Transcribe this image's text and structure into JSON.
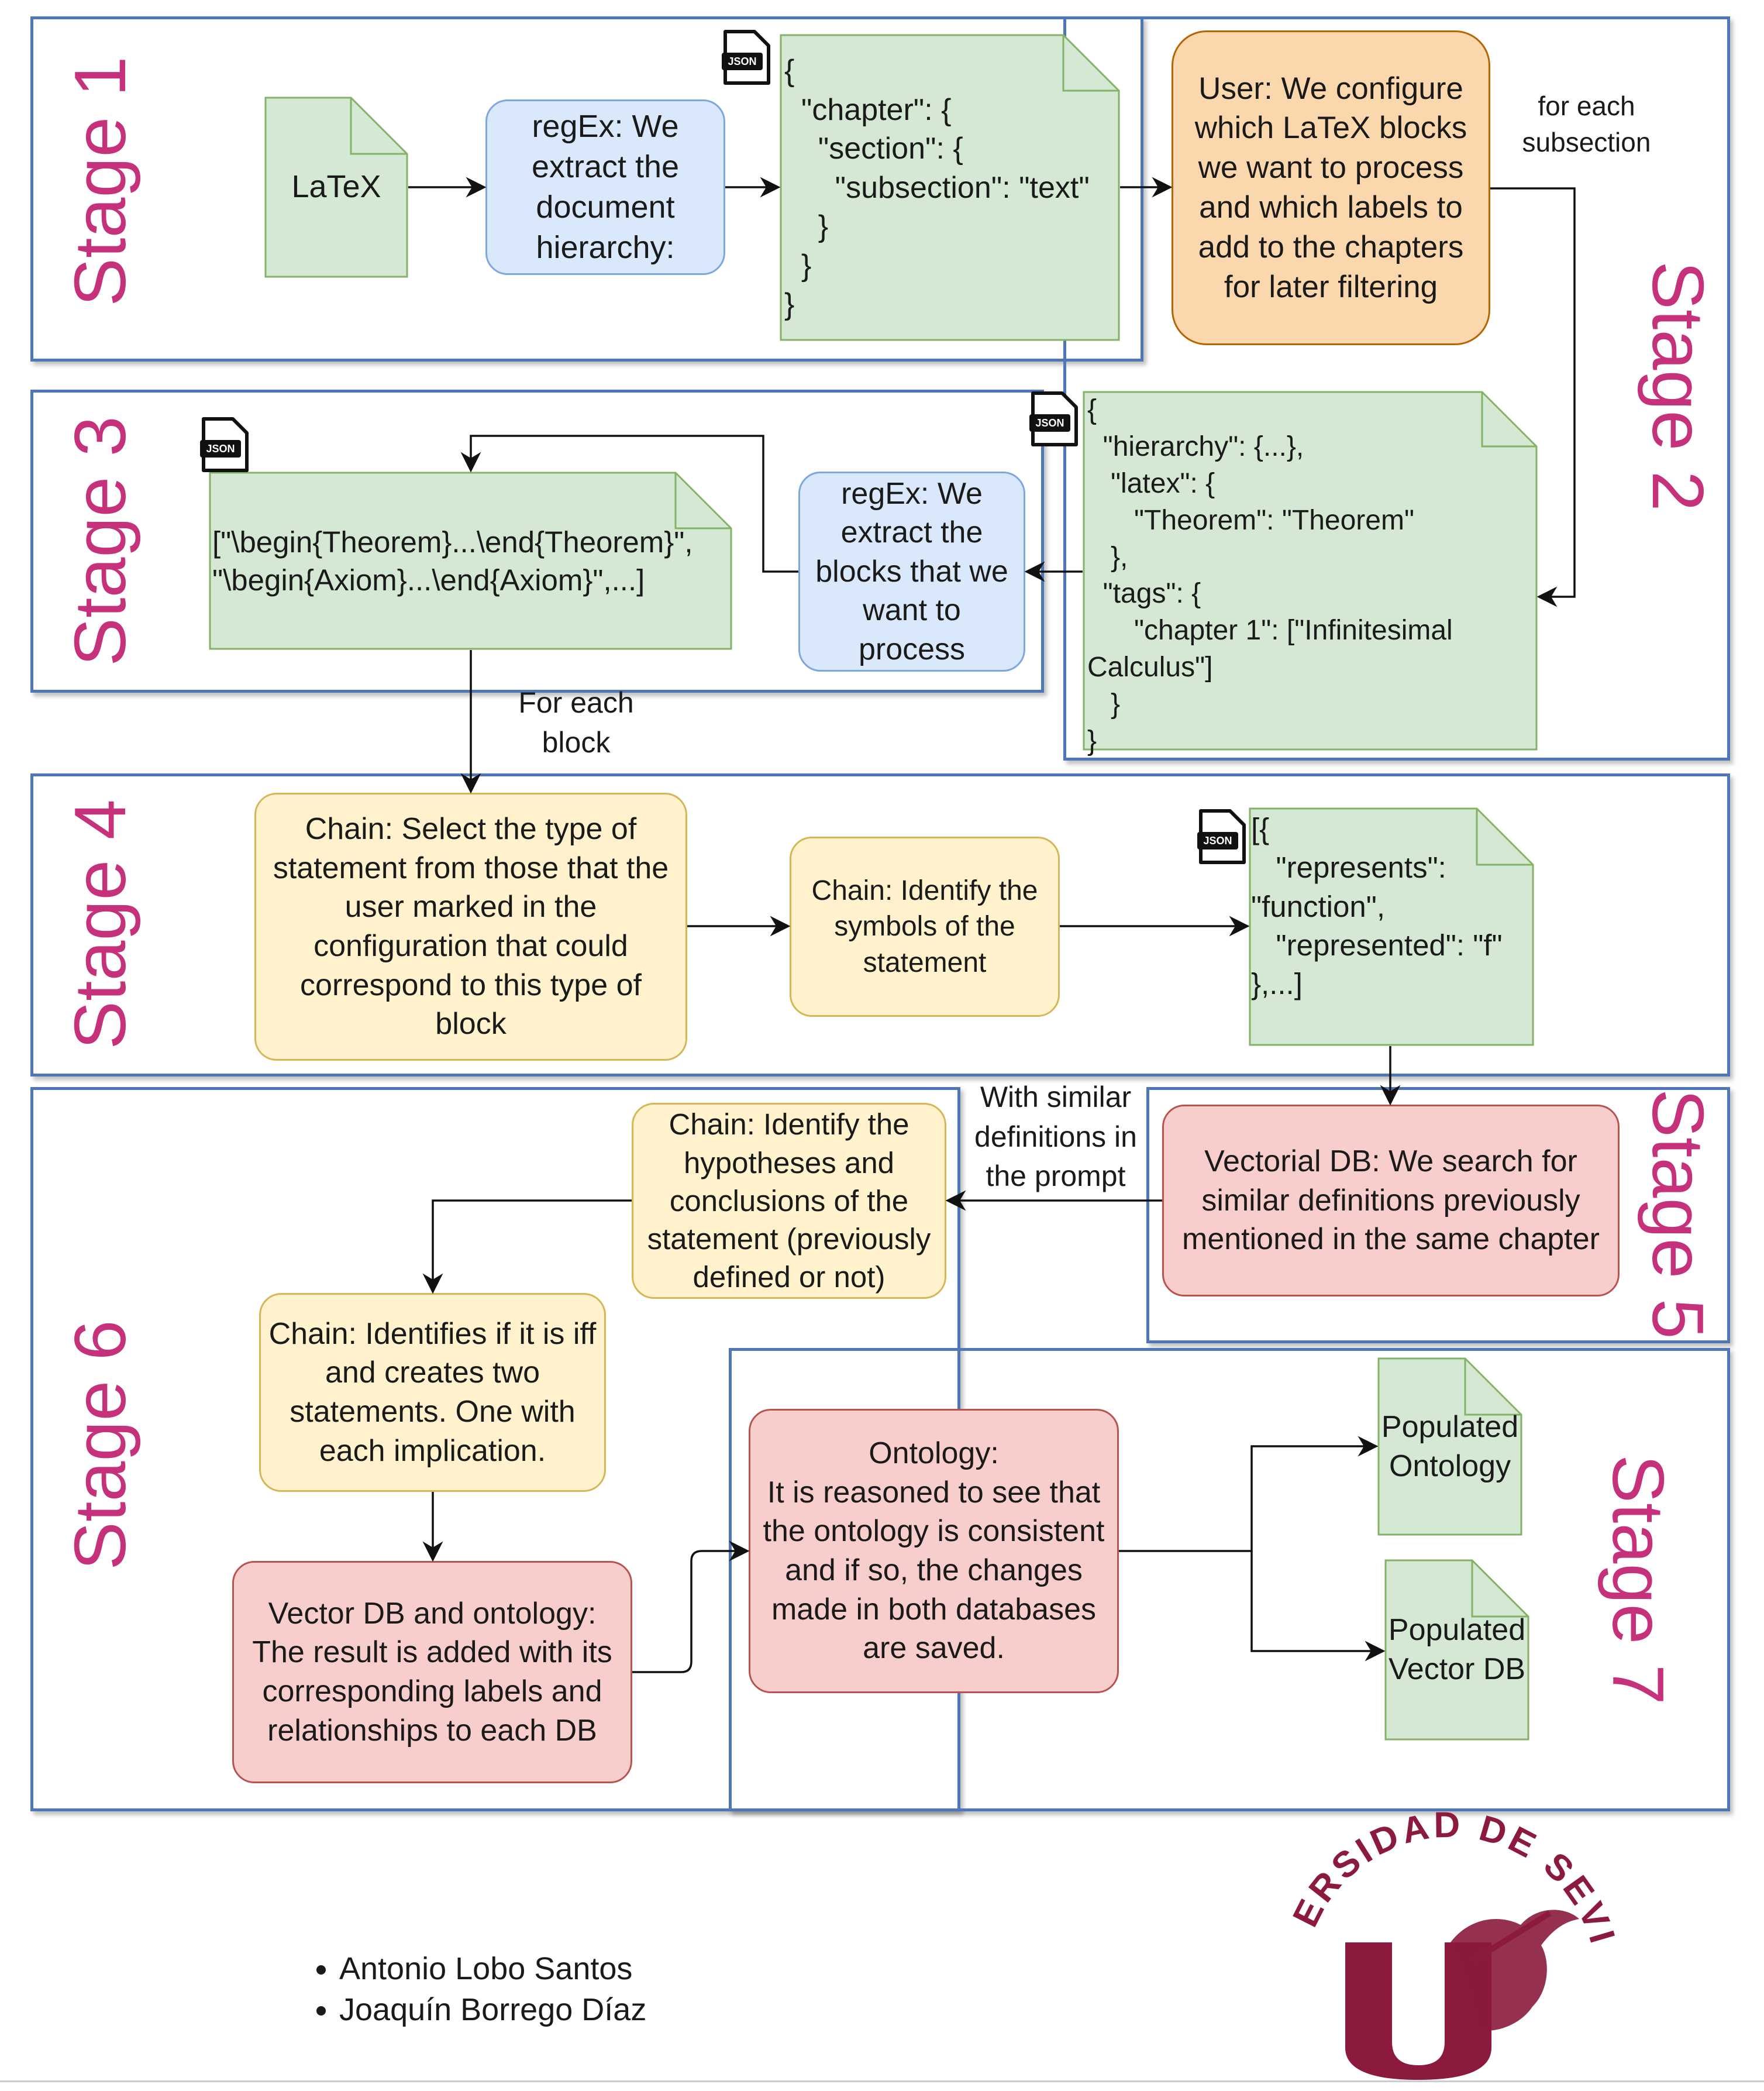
{
  "stages": {
    "s1": "Stage 1",
    "s2": "Stage 2",
    "s3": "Stage 3",
    "s4": "Stage 4",
    "s5": "Stage 5",
    "s6": "Stage 6",
    "s7": "Stage 7"
  },
  "nodes": {
    "latex_doc": "LaTeX",
    "regex_hierarchy": "regEx: We extract the document hierarchy:",
    "json_hierarchy": "{\n  \"chapter\": {\n    \"section\": {\n      \"subsection\": \"text\"\n    }\n  }\n}",
    "user_config": "User: We configure which LaTeX blocks we want to process and which labels to add to the chapters for later filtering",
    "json_config": "{\n  \"hierarchy\": {...},\n   \"latex\": {\n      \"Theorem\": \"Theorem\"\n   },\n  \"tags\": {\n      \"chapter 1\": [\"Infinitesimal\nCalculus\"]\n   }\n}",
    "regex_blocks": "regEx: We extract the blocks that we want to process",
    "json_blocks": "[\"\\begin{Theorem}...\\end{Theorem}\",\n\"\\begin{Axiom}...\\end{Axiom}\",...]",
    "chain_select_type": "Chain: Select the type of statement from those that the user marked in the configuration that could correspond to this type of block",
    "chain_symbols": "Chain: Identify the symbols of the statement",
    "json_symbols": "[{\n   \"represents\":\n\"function\",\n   \"represented\": \"f\"\n},...]",
    "vectorial_db": "Vectorial DB: We search for similar definitions previously mentioned in the same chapter",
    "chain_hypotheses": "Chain: Identify the hypotheses and conclusions of the statement (previously defined or not)",
    "chain_iff": "Chain: Identifies if it is iff and creates two statements. One with each implication.",
    "vector_db_ontology": "Vector DB and ontology: The result is added with its corresponding labels and relationships to each DB",
    "ontology": "Ontology:\nIt is reasoned to see that the ontology is consistent and if so, the changes made in both databases are saved.",
    "populated_ontology": "Populated Ontology",
    "populated_vector_db": "Populated Vector DB"
  },
  "edge_labels": {
    "for_each_subsection": "for each\nsubsection",
    "for_each_block": "For each\nblock",
    "with_similar_definitions": "With similar\ndefinitions in\nthe prompt"
  },
  "icons": {
    "json_file": "json-file-icon",
    "logo": "universidad-de-sevilla-logo"
  },
  "logo_text": "UNIVERSIDAD DE SEVILLA",
  "authors": [
    "Antonio Lobo Santos",
    "Joaquín Borrego Díaz"
  ],
  "colors": {
    "stage_border": "#4f76b6",
    "stage_label": "#c5317a",
    "blue_fill": "#dae8fc",
    "yellow_fill": "#fff2cc",
    "red_fill": "#f8cecc",
    "orange_fill": "#fad7ac",
    "doc_fill": "#d5e8d4",
    "logo": "#8b1a3c"
  }
}
